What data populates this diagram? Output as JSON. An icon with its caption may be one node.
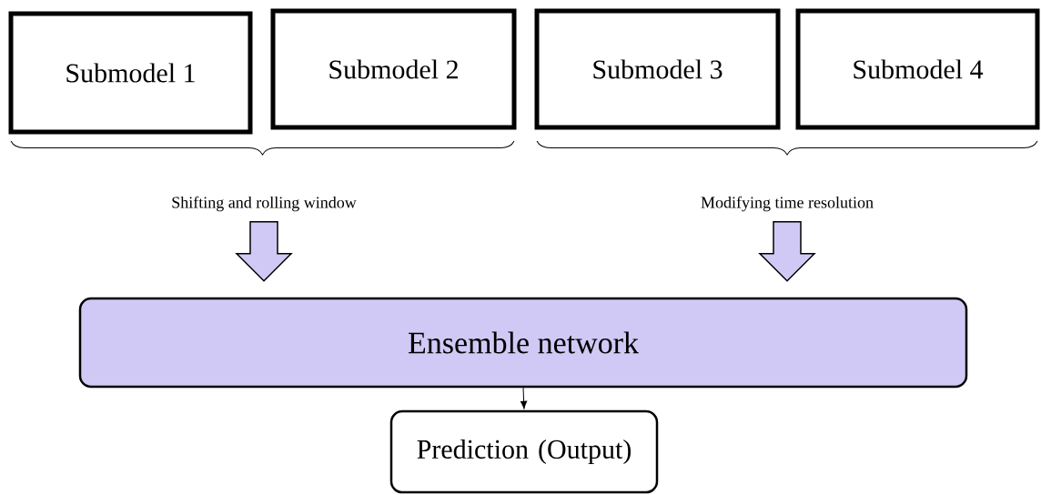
{
  "diagram": {
    "nodes": [
      {
        "text": [
          "Submodel 1"
        ]
      },
      {
        "text": [
          "Submodel 2"
        ]
      },
      {
        "text": [
          "Submodel 3"
        ]
      },
      {
        "text": [
          "Submodel 4"
        ]
      },
      {
        "text": [
          "Shifting and rolling window"
        ]
      },
      {
        "text": [
          "Modifying time resolution"
        ]
      },
      {
        "text": [
          "Ensemble network"
        ]
      },
      {
        "text": [
          "Prediction (Output)"
        ]
      }
    ],
    "edges": [
      {
        "from": 4,
        "to": 6,
        "arrow": "to",
        "style": "thick"
      },
      {
        "from": 5,
        "to": 6,
        "arrow": "to",
        "style": "thick"
      },
      {
        "from": 6,
        "to": 7,
        "arrow": "to"
      }
    ]
  }
}
